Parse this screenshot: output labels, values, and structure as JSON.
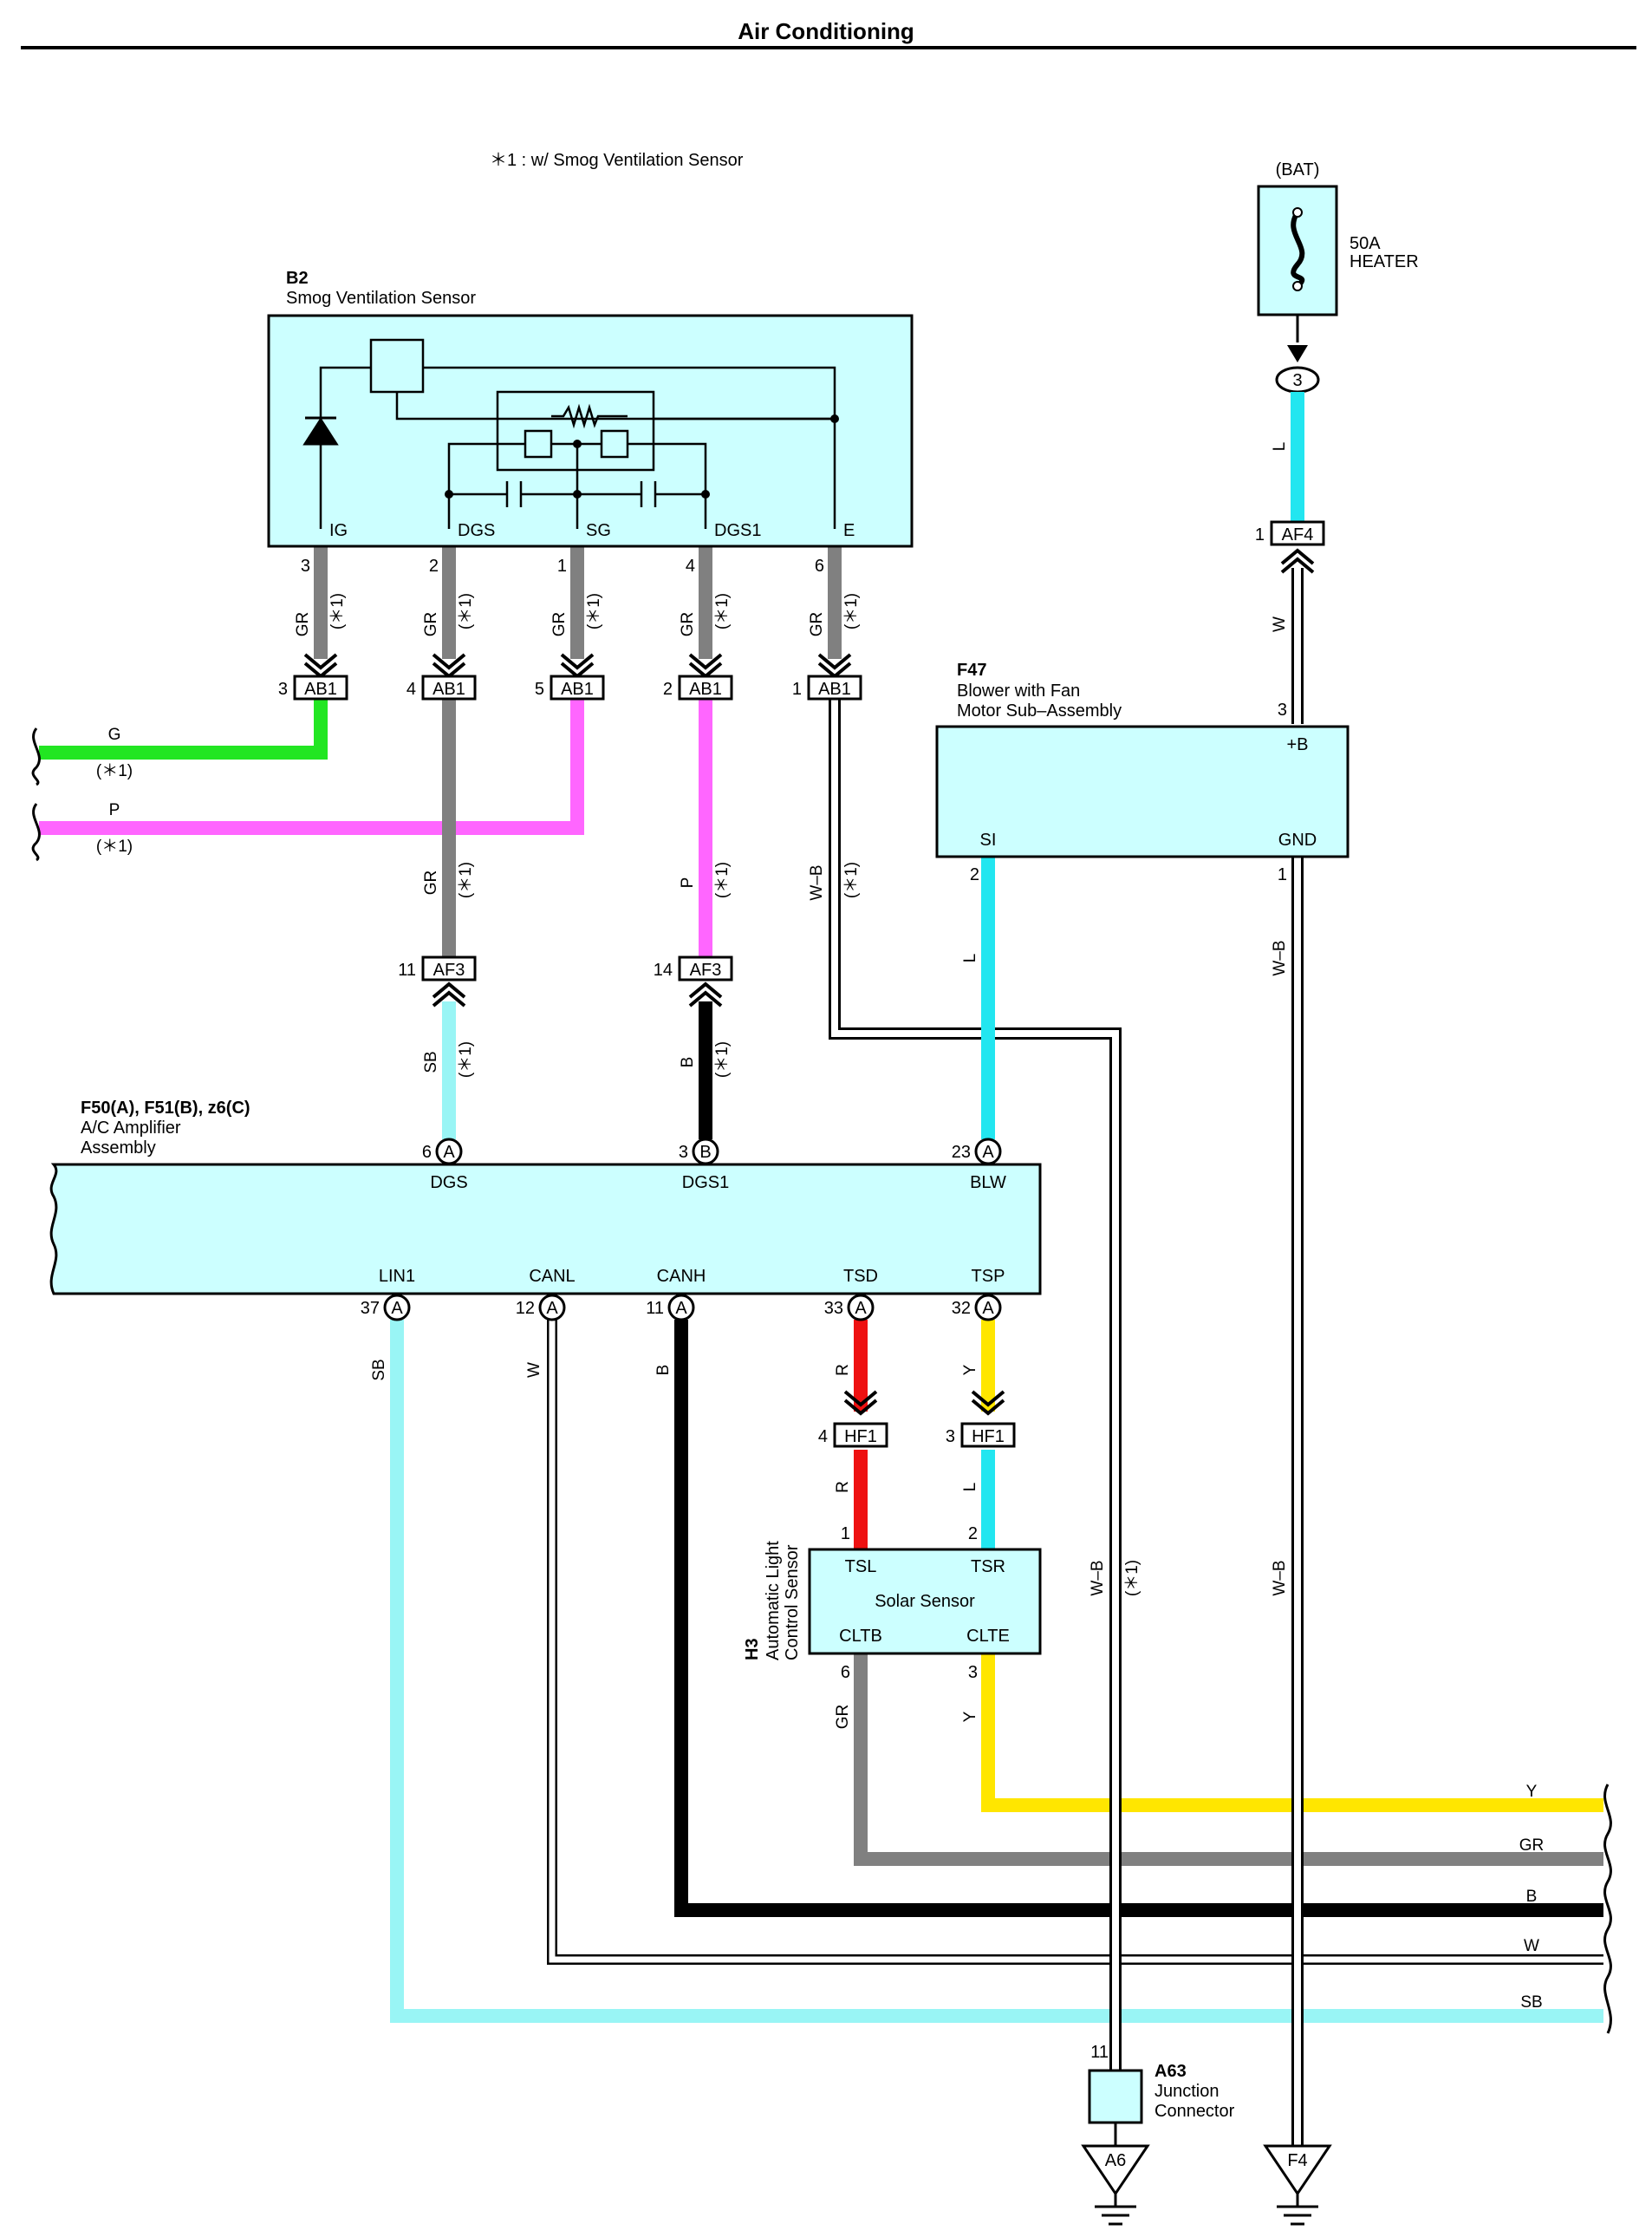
{
  "header": {
    "title": "Air Conditioning"
  },
  "note": "＊1 : w/ Smog Ventilation Sensor",
  "option_mark": "(＊1)",
  "colors": {
    "GR": "#808080",
    "G": "#22e622",
    "P": "#ff66ff",
    "SB": "#99f5f5",
    "L": "#22e6f0",
    "B": "#000000",
    "R": "#ee1111",
    "Y": "#ffe600",
    "W": "#ffffff",
    "WB": "#ffffff",
    "box": "#ccffff"
  },
  "components": {
    "b2": {
      "id": "B2",
      "name": "Smog Ventilation Sensor",
      "pins": [
        "IG",
        "DGS",
        "SG",
        "DGS1",
        "E"
      ],
      "pin_nums": [
        "3",
        "2",
        "1",
        "4",
        "6"
      ]
    },
    "bat": {
      "label": "(BAT)",
      "fuse_amp": "50A",
      "fuse_name": "HEATER",
      "pin": "3"
    },
    "f47": {
      "id": "F47",
      "name_line1": "Blower with Fan",
      "name_line2": "Motor Sub–Assembly",
      "pin_b": "+B",
      "pin_si": "SI",
      "pin_gnd": "GND",
      "pin_b_num": "3",
      "pin_si_num": "2",
      "pin_gnd_num": "1"
    },
    "amp": {
      "id": "F50(A), F51(B), z6(C)",
      "name_line1": "A/C Amplifier",
      "name_line2": "Assembly",
      "top_pins": [
        {
          "label": "DGS",
          "num": "6",
          "conn": "A"
        },
        {
          "label": "DGS1",
          "num": "3",
          "conn": "B"
        },
        {
          "label": "BLW",
          "num": "23",
          "conn": "A"
        }
      ],
      "bottom_pins": [
        {
          "label": "LIN1",
          "num": "37",
          "conn": "A"
        },
        {
          "label": "CANL",
          "num": "12",
          "conn": "A"
        },
        {
          "label": "CANH",
          "num": "11",
          "conn": "A"
        },
        {
          "label": "TSD",
          "num": "33",
          "conn": "A"
        },
        {
          "label": "TSP",
          "num": "32",
          "conn": "A"
        }
      ]
    },
    "h3": {
      "id": "H3",
      "name_line1": "Automatic Light",
      "name_line2": "Control Sensor",
      "inner": "Solar Sensor",
      "pins": [
        "TSL",
        "TSR",
        "CLTB",
        "CLTE"
      ],
      "pin_nums": [
        "1",
        "2",
        "6",
        "3"
      ]
    },
    "a63": {
      "id": "A63",
      "name_line1": "Junction",
      "name_line2": "Connector",
      "pin": "11"
    }
  },
  "connectors": {
    "ab1": {
      "label": "AB1",
      "pins": [
        "3",
        "4",
        "5",
        "2",
        "1"
      ]
    },
    "af3": {
      "label": "AF3",
      "pins": [
        "11",
        "14"
      ]
    },
    "af4": {
      "label": "AF4",
      "pin": "1"
    },
    "hf1": {
      "label": "HF1",
      "pins": [
        "4",
        "3"
      ]
    }
  },
  "grounds": {
    "a6": "A6",
    "f4": "F4"
  },
  "wires": {
    "gr": "GR",
    "g": "G",
    "p": "P",
    "sb": "SB",
    "l": "L",
    "b": "B",
    "w": "W",
    "wb": "W–B",
    "r": "R",
    "y": "Y"
  },
  "right_bus": [
    "Y",
    "GR",
    "B",
    "W",
    "SB"
  ]
}
